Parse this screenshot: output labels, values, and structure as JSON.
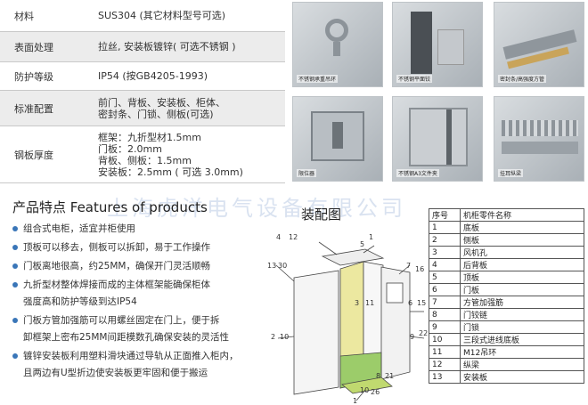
{
  "spec": [
    {
      "key": "材料",
      "lines": [
        "SUS304 (其它材料型号可选)"
      ]
    },
    {
      "key": "表面处理",
      "lines": [
        "拉丝, 安装板镀锌( 可选不锈钢 )"
      ]
    },
    {
      "key": "防护等级",
      "lines": [
        "IP54 (按GB4205-1993)"
      ]
    },
    {
      "key": "标准配置",
      "lines": [
        "前门、背板、安装板、柜体、",
        "密封条、门锁、侧板(可选)"
      ]
    },
    {
      "key": "钢板厚度",
      "lines": [
        "框架：九折型材1.5mm",
        "门板：2.0mm",
        "背板、侧板：1.5mm",
        "安装板：2.5mm ( 可选 3.0mm)"
      ]
    }
  ],
  "photos": [
    {
      "caption": "不锈钢承重吊环"
    },
    {
      "caption": "不锈钢平面铰"
    },
    {
      "caption": "密封条/高强度方管"
    },
    {
      "caption": "限位器"
    },
    {
      "caption": "不锈钢A3文件夹"
    },
    {
      "caption": "挂耳纵梁"
    }
  ],
  "features": {
    "title": "产品特点 Features of products",
    "items": [
      [
        "组合式电柜，适宜并柜使用"
      ],
      [
        "顶板可以移去，侧板可以拆卸，易于工作操作"
      ],
      [
        "门板离地很高，约25MM，确保开门灵活顺畅"
      ],
      [
        "九折型材整体焊接而成的主体框架能确保柜体",
        "强度高和防护等级到达IP54"
      ],
      [
        "门板方管加强筋可以用螺丝固定在门上，便于拆",
        "卸框架上密布25MM间距模数孔确保安装的灵活性"
      ],
      [
        "镀锌安装板利用塑料滑块通过导轨从正面推入柜内，",
        "且两边有U型折边使安装板更牢固和便于搬运"
      ]
    ]
  },
  "watermark": "上海虎洋电气设备有限公司",
  "assembly": {
    "title": "装配图",
    "labels": [
      "4",
      "12",
      "1",
      "5",
      "13",
      "30",
      "7",
      "16",
      "3",
      "11",
      "6",
      "15",
      "2",
      "10",
      "9",
      "22",
      "8",
      "21",
      "1",
      "10",
      "26"
    ]
  },
  "parts": {
    "headers": [
      "序号",
      "机柜零件名称"
    ],
    "rows": [
      [
        "1",
        "底板"
      ],
      [
        "2",
        "侧板"
      ],
      [
        "3",
        "风机孔"
      ],
      [
        "4",
        "后背板"
      ],
      [
        "5",
        "顶板"
      ],
      [
        "6",
        "门板"
      ],
      [
        "7",
        "方管加强筋"
      ],
      [
        "8",
        "门铰链"
      ],
      [
        "9",
        "门锁"
      ],
      [
        "10",
        "三段式进线底板"
      ],
      [
        "11",
        "M12吊环"
      ],
      [
        "12",
        "纵梁"
      ],
      [
        "13",
        "安装板"
      ]
    ]
  }
}
